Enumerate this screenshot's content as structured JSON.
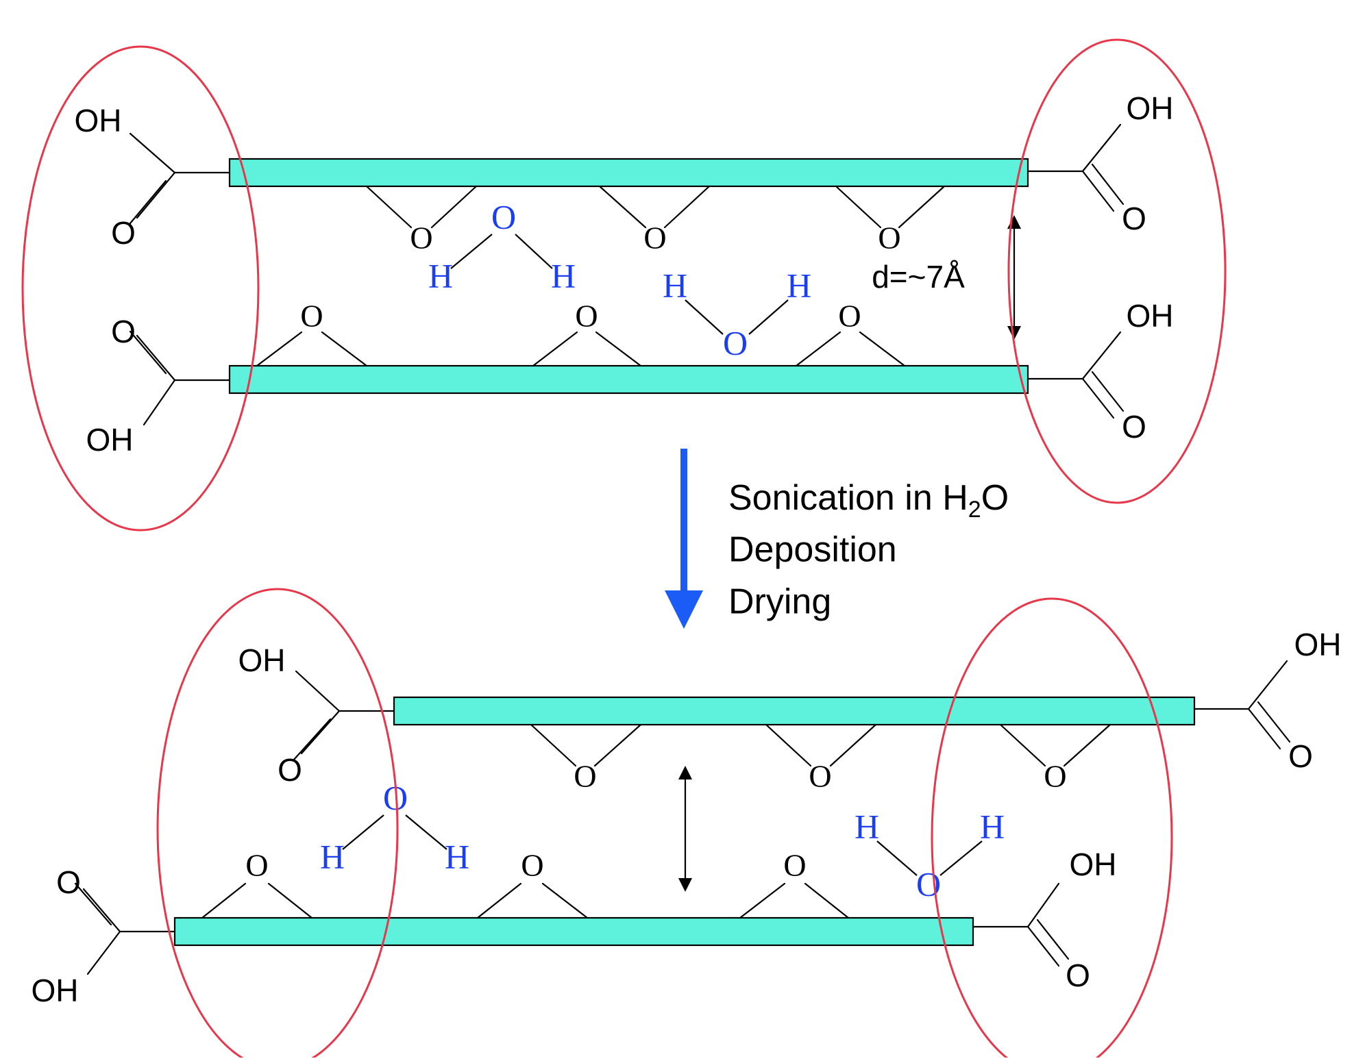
{
  "colors": {
    "sheet_fill": "#5ef2dd",
    "highlight_oval": "#e8364a",
    "water_text": "#1a3ef0",
    "process_arrow": "#1a5cf5"
  },
  "labels": {
    "oh": "OH",
    "o": "O",
    "h": "H",
    "spacing": "d=~7Å"
  },
  "process_steps": {
    "line1_main": "Sonication in H",
    "line1_sub": "2",
    "line1_end": "O",
    "line2": "Deposition",
    "line3": "Drying"
  }
}
